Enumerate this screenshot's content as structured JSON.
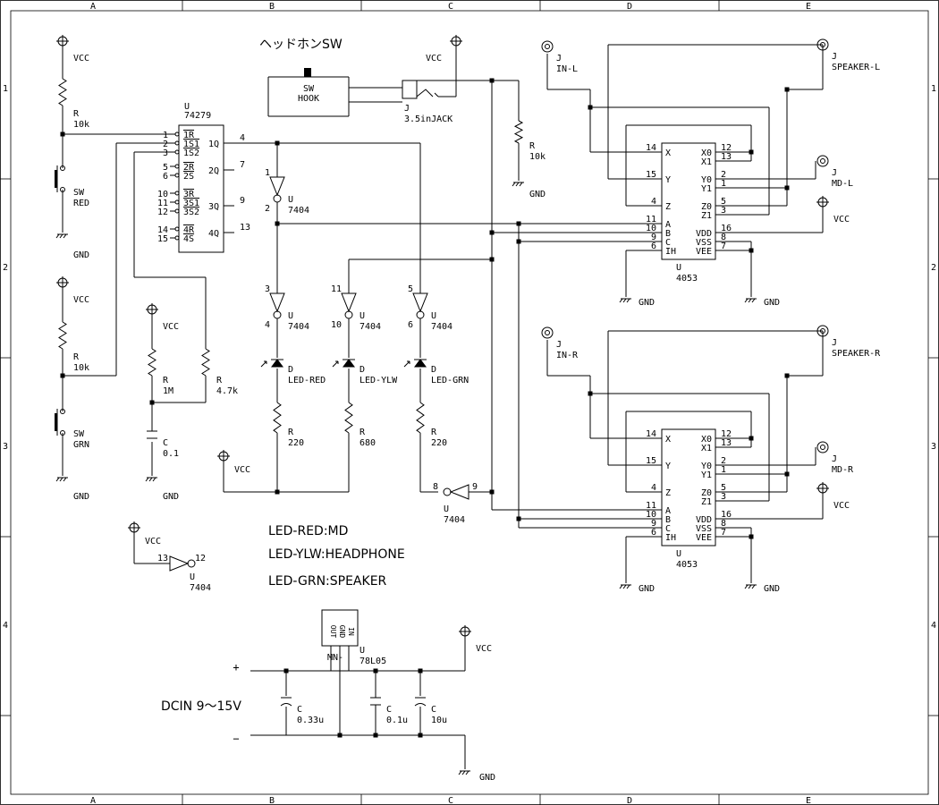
{
  "frame": {
    "cols": [
      "A",
      "B",
      "C",
      "D",
      "E"
    ],
    "rows": [
      "1",
      "2",
      "3",
      "4"
    ]
  },
  "headphone_sw": {
    "title": "ヘッドホンSW",
    "hook_line1": "SW",
    "hook_line2": "HOOK",
    "jack_ref": "J",
    "jack_val": "3.5inJACK"
  },
  "power": {
    "vcc": "VCC",
    "gnd": "GND"
  },
  "switches": {
    "red": {
      "ref": "SW",
      "val": "RED"
    },
    "grn": {
      "ref": "SW",
      "val": "GRN"
    }
  },
  "resistors": {
    "r1": {
      "ref": "R",
      "val": "10k"
    },
    "r2": {
      "ref": "R",
      "val": "10k"
    },
    "r3": {
      "ref": "R",
      "val": "1M"
    },
    "r4": {
      "ref": "R",
      "val": "4.7k"
    },
    "r5": {
      "ref": "R",
      "val": "220"
    },
    "r6": {
      "ref": "R",
      "val": "680"
    },
    "r7": {
      "ref": "R",
      "val": "220"
    },
    "r8": {
      "ref": "R",
      "val": "10k"
    }
  },
  "caps": {
    "c1": {
      "ref": "C",
      "val": "0.1"
    },
    "c2": {
      "ref": "C",
      "val": "0.33u"
    },
    "c3": {
      "ref": "C",
      "val": "0.1u"
    },
    "c4": {
      "ref": "C",
      "val": "10u"
    }
  },
  "u74279": {
    "ref": "U",
    "val": "74279",
    "pins_in": [
      {
        "num": "1",
        "name": "1R"
      },
      {
        "num": "2",
        "name": "1S1"
      },
      {
        "num": "3",
        "name": "1S2"
      },
      {
        "num": "5",
        "name": "2R"
      },
      {
        "num": "6",
        "name": "2S"
      },
      {
        "num": "10",
        "name": "3R"
      },
      {
        "num": "11",
        "name": "3S1"
      },
      {
        "num": "12",
        "name": "3S2"
      },
      {
        "num": "14",
        "name": "4R"
      },
      {
        "num": "15",
        "name": "4S"
      }
    ],
    "pins_out": [
      {
        "num": "4",
        "name": "1Q"
      },
      {
        "num": "7",
        "name": "2Q"
      },
      {
        "num": "9",
        "name": "3Q"
      },
      {
        "num": "13",
        "name": "4Q"
      }
    ]
  },
  "inverters": {
    "ref": "U",
    "val": "7404",
    "g1": {
      "pin_in": "1",
      "pin_out": "2"
    },
    "g2": {
      "pin_in": "3",
      "pin_out": "4"
    },
    "g3": {
      "pin_in": "11",
      "pin_out": "10"
    },
    "g4": {
      "pin_in": "5",
      "pin_out": "6"
    },
    "g5": {
      "pin_in": "9",
      "pin_out": "8"
    },
    "g6": {
      "pin_in": "13",
      "pin_out": "12"
    }
  },
  "leds": {
    "red": {
      "ref": "D",
      "val": "LED-RED"
    },
    "ylw": {
      "ref": "D",
      "val": "LED-YLW"
    },
    "grn": {
      "ref": "D",
      "val": "LED-GRN"
    }
  },
  "notes": [
    "LED-RED:MD",
    "LED-YLW:HEADPHONE",
    "LED-GRN:SPEAKER"
  ],
  "regulator": {
    "ref": "U",
    "val": "78L05",
    "pin_label": "MN-",
    "body_text": [
      "OUT",
      "GND",
      "IN"
    ]
  },
  "dcin": {
    "label": "DCIN 9～15V",
    "plus": "+",
    "minus": "−"
  },
  "u4053": {
    "ref": "U",
    "val": "4053",
    "left": [
      {
        "num": "14",
        "name": "X"
      },
      {
        "num": "15",
        "name": "Y"
      },
      {
        "num": "4",
        "name": "Z"
      },
      {
        "num": "11",
        "name": "A"
      },
      {
        "num": "10",
        "name": "B"
      },
      {
        "num": "9",
        "name": "C"
      },
      {
        "num": "6",
        "name": "IH"
      }
    ],
    "right": [
      {
        "num": "12",
        "name": "X0"
      },
      {
        "num": "13",
        "name": "X1"
      },
      {
        "num": "2",
        "name": "Y0"
      },
      {
        "num": "1",
        "name": "Y1"
      },
      {
        "num": "5",
        "name": "Z0"
      },
      {
        "num": "3",
        "name": "Z1"
      },
      {
        "num": "16",
        "name": "VDD"
      },
      {
        "num": "8",
        "name": "VSS"
      },
      {
        "num": "7",
        "name": "VEE"
      }
    ]
  },
  "jacks": {
    "in_l": {
      "ref": "J",
      "val": "IN-L"
    },
    "spk_l": {
      "ref": "J",
      "val": "SPEAKER-L"
    },
    "md_l": {
      "ref": "J",
      "val": "MD-L"
    },
    "in_r": {
      "ref": "J",
      "val": "IN-R"
    },
    "spk_r": {
      "ref": "J",
      "val": "SPEAKER-R"
    },
    "md_r": {
      "ref": "J",
      "val": "MD-R"
    }
  }
}
